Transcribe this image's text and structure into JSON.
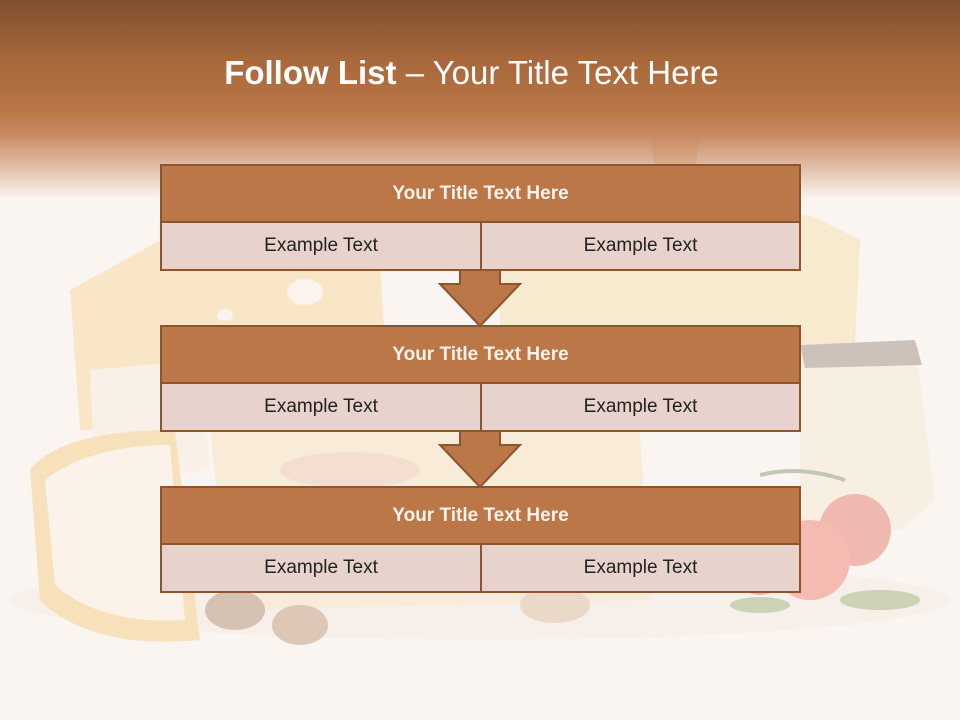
{
  "slide": {
    "title_bold": "Follow List",
    "title_rest": " – Your Title Text Here"
  },
  "rows": [
    {
      "title": "Your Title Text Here",
      "left": "Example Text",
      "right": "Example Text"
    },
    {
      "title": "Your Title Text Here",
      "left": "Example Text",
      "right": "Example Text"
    },
    {
      "title": "Your Title Text Here",
      "left": "Example Text",
      "right": "Example Text"
    }
  ],
  "colors": {
    "header": "#a8683c",
    "box_title": "#bb7748",
    "box_border": "#8c5530",
    "cell_fill": "#e7d3cb",
    "arrow": "#bb7748"
  }
}
